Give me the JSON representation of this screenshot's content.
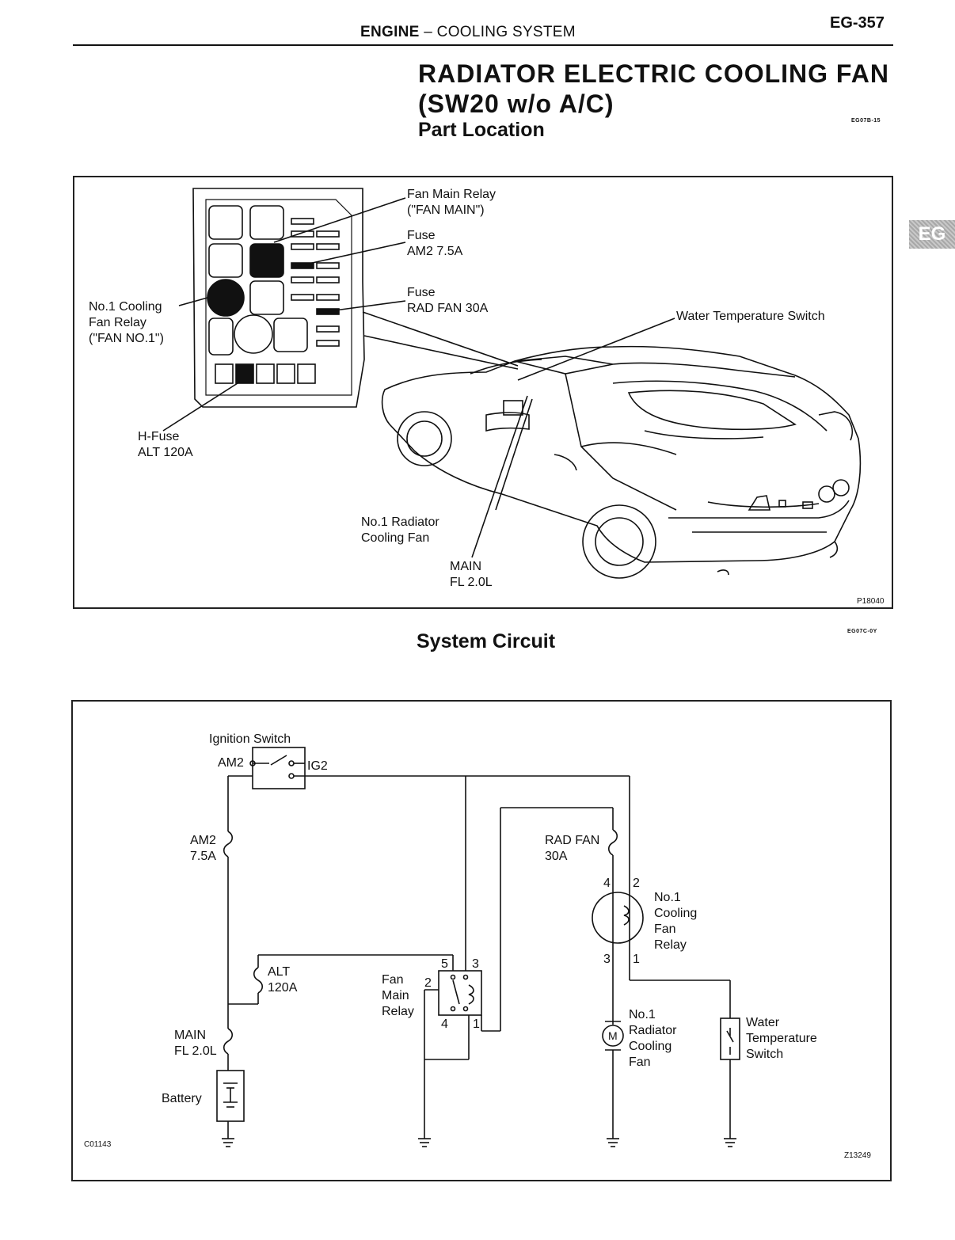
{
  "header": {
    "section_bold": "ENGINE",
    "section_rest": " – COOLING SYSTEM",
    "page": "EG-357"
  },
  "title": {
    "line1": "RADIATOR ELECTRIC COOLING FAN",
    "line2": "(SW20 w/o A/C)",
    "code": "EG07B-15"
  },
  "side_tab": "EG",
  "part_location": {
    "heading": "Part Location",
    "figure_code": "P18040",
    "labels": {
      "fan_main_relay_1": "Fan Main Relay",
      "fan_main_relay_2": "(\"FAN MAIN\")",
      "fuse_am2_1": "Fuse",
      "fuse_am2_2": "AM2 7.5A",
      "fuse_rad_1": "Fuse",
      "fuse_rad_2": "RAD FAN 30A",
      "water_temp_switch": "Water Temperature Switch",
      "cooling_relay_1": "No.1 Cooling",
      "cooling_relay_2": "Fan Relay",
      "cooling_relay_3": "(\"FAN NO.1\")",
      "hfuse_1": "H-Fuse",
      "hfuse_2": "ALT 120A",
      "rad_fan_1": "No.1 Radiator",
      "rad_fan_2": "Cooling Fan",
      "main_fl_1": "MAIN",
      "main_fl_2": "FL 2.0L"
    }
  },
  "system_circuit": {
    "heading": "System Circuit",
    "code": "EG07C-0Y",
    "figure_code_left": "C01143",
    "figure_code_right": "Z13249",
    "labels": {
      "ignition_switch": "Ignition Switch",
      "am2_terminal": "AM2",
      "ig2_terminal": "IG2",
      "am2_fuse_1": "AM2",
      "am2_fuse_2": "7.5A",
      "alt_1": "ALT",
      "alt_2": "120A",
      "main_1": "MAIN",
      "main_2": "FL 2.0L",
      "battery": "Battery",
      "fan_main_relay_1": "Fan",
      "fan_main_relay_2": "Main",
      "fan_main_relay_3": "Relay",
      "rad_fan_fuse_1": "RAD FAN",
      "rad_fan_fuse_2": "30A",
      "cooling_relay_1": "No.1",
      "cooling_relay_2": "Cooling",
      "cooling_relay_3": "Fan",
      "cooling_relay_4": "Relay",
      "rad_fan_1": "No.1",
      "rad_fan_2": "Radiator",
      "rad_fan_3": "Cooling",
      "rad_fan_4": "Fan",
      "wts_1": "Water",
      "wts_2": "Temperature",
      "wts_3": "Switch",
      "motor_symbol": "M",
      "pin_1": "1",
      "pin_2": "2",
      "pin_3": "3",
      "pin_4": "4",
      "pin_5": "5"
    }
  }
}
